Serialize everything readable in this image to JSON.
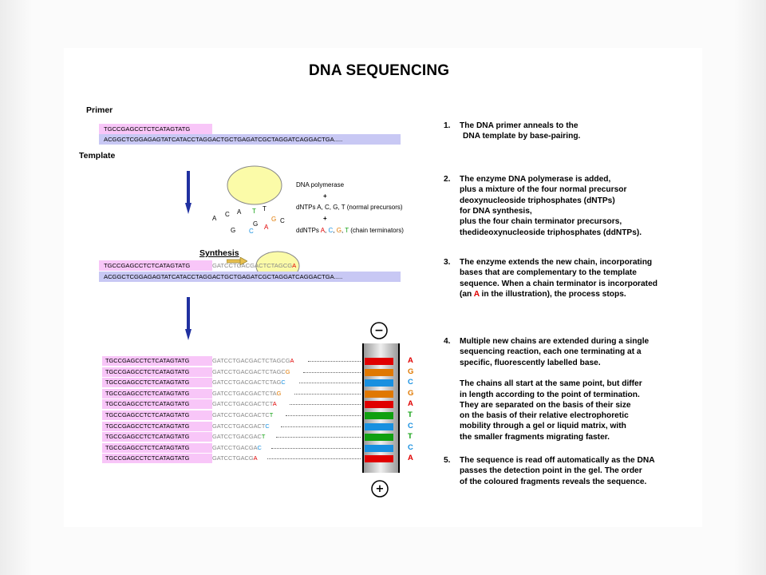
{
  "title": "DNA SEQUENCING",
  "labels": {
    "primer": "Primer",
    "template": "Template",
    "synthesis": "Synthesis",
    "dna_polymerase": "DNA polymerase",
    "plus1": "+",
    "dntps_prefix": "dNTPs",
    "dntps_bases": "A, C, G, T",
    "dntps_suffix": "(normal precursors)",
    "plus2": "+",
    "ddntps_prefix": "ddNTPs",
    "ddntps_suffix": "(chain terminators)",
    "minus_sign": "−",
    "plus_sign": "+"
  },
  "primer_seq": "TGCCGAGCCTCTCATAGTATG",
  "template_seq": "ACGGCTCGGAGAGTATCATACCTAGGACTGCTGAGATCGCTAGGATCAGGACTGA.....",
  "synthesis_new": "GATCCTGACGACTCTAGCG",
  "synthesis_term": "A",
  "loose_bases": [
    "A",
    "C",
    "A",
    "T",
    "T",
    "G",
    "G",
    "C",
    "G",
    "C",
    "A"
  ],
  "ddntp_bases": [
    "A",
    "C",
    "G",
    "T"
  ],
  "fragments": [
    {
      "primer": "TGCCGAGCCTCTCATAGTATG",
      "ext": "GATCCTGACGACTCTAGCG",
      "term": "A",
      "read": "A"
    },
    {
      "primer": "TGCCGAGCCTCTCATAGTATG",
      "ext": "GATCCTGACGACTCTAGC",
      "term": "G",
      "read": "G"
    },
    {
      "primer": "TGCCGAGCCTCTCATAGTATG",
      "ext": "GATCCTGACGACTCTAG",
      "term": "C",
      "read": "C"
    },
    {
      "primer": "TGCCGAGCCTCTCATAGTATG",
      "ext": "GATCCTGACGACTCTA",
      "term": "G",
      "read": "G"
    },
    {
      "primer": "TGCCGAGCCTCTCATAGTATG",
      "ext": "GATCCTGACGACTCT",
      "term": "A",
      "read": "A"
    },
    {
      "primer": "TGCCGAGCCTCTCATAGTATG",
      "ext": "GATCCTGACGACTC",
      "term": "T",
      "read": "T"
    },
    {
      "primer": "TGCCGAGCCTCTCATAGTATG",
      "ext": "GATCCTGACGACT",
      "term": "C",
      "read": "C"
    },
    {
      "primer": "TGCCGAGCCTCTCATAGTATG",
      "ext": "GATCCTGACGAC",
      "term": "T",
      "read": "T"
    },
    {
      "primer": "TGCCGAGCCTCTCATAGTATG",
      "ext": "GATCCTGACGA",
      "term": "C",
      "read": "C"
    },
    {
      "primer": "TGCCGAGCCTCTCATAGTATG",
      "ext": "GATCCTGACG",
      "term": "A",
      "read": "A"
    }
  ],
  "colors": {
    "A": "#e00000",
    "G": "#e07800",
    "C": "#1890e0",
    "T": "#10a010"
  },
  "steps": [
    {
      "num": "1.",
      "lines": [
        "The DNA primer anneals to the",
        "DNA template by base-pairing."
      ]
    },
    {
      "num": "2.",
      "lines": [
        "The enzyme DNA polymerase is added,",
        "plus a mixture of the four normal precursor",
        "deoxynucleoside triphosphates (dNTPs)",
        "for DNA synthesis,",
        "plus the four chain terminator precursors,",
        "thedideoxynucleoside triphosphates (ddNTPs)."
      ]
    },
    {
      "num": "3.",
      "lines": [
        "The enzyme extends the new chain, incorporating",
        "bases that are complementary to the template",
        "sequence.  When a chain terminator is incorporated",
        "(an A in the illustration), the process stops."
      ]
    },
    {
      "num": "4.",
      "lines": [
        "Multiple new chains are extended during a single",
        "sequencing reaction, each one terminating at a",
        "specific, fluorescently labelled base.",
        "",
        "The chains all start at the same point, but differ",
        "in length according to the point of termination.",
        "They are separated on the basis of their size",
        "on the basis of their relative electrophoretic",
        "mobility through a gel or liquid matrix, with",
        "the smaller fragments migrating faster."
      ]
    },
    {
      "num": "5.",
      "lines": [
        "The sequence is read off automatically as the DNA",
        "passes the detection point in the gel.  The order",
        "of the coloured fragments reveals the sequence."
      ]
    }
  ]
}
